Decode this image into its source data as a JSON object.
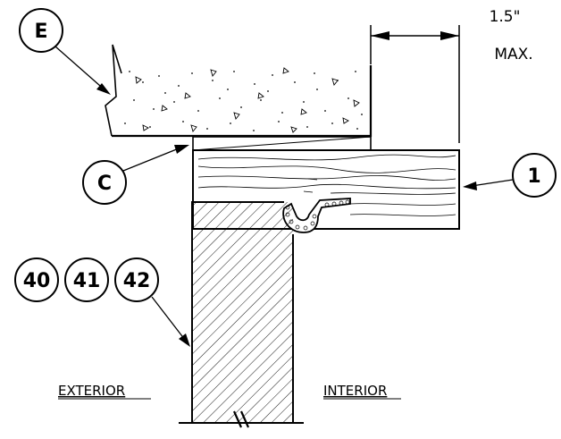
{
  "callouts": {
    "e": "E",
    "c": "C",
    "one": "1",
    "n40": "40",
    "n41": "41",
    "n42": "42"
  },
  "dimension": {
    "value": "1.5\"",
    "max": "MAX."
  },
  "labels": {
    "exterior": "EXTERIOR",
    "interior": "INTERIOR"
  }
}
